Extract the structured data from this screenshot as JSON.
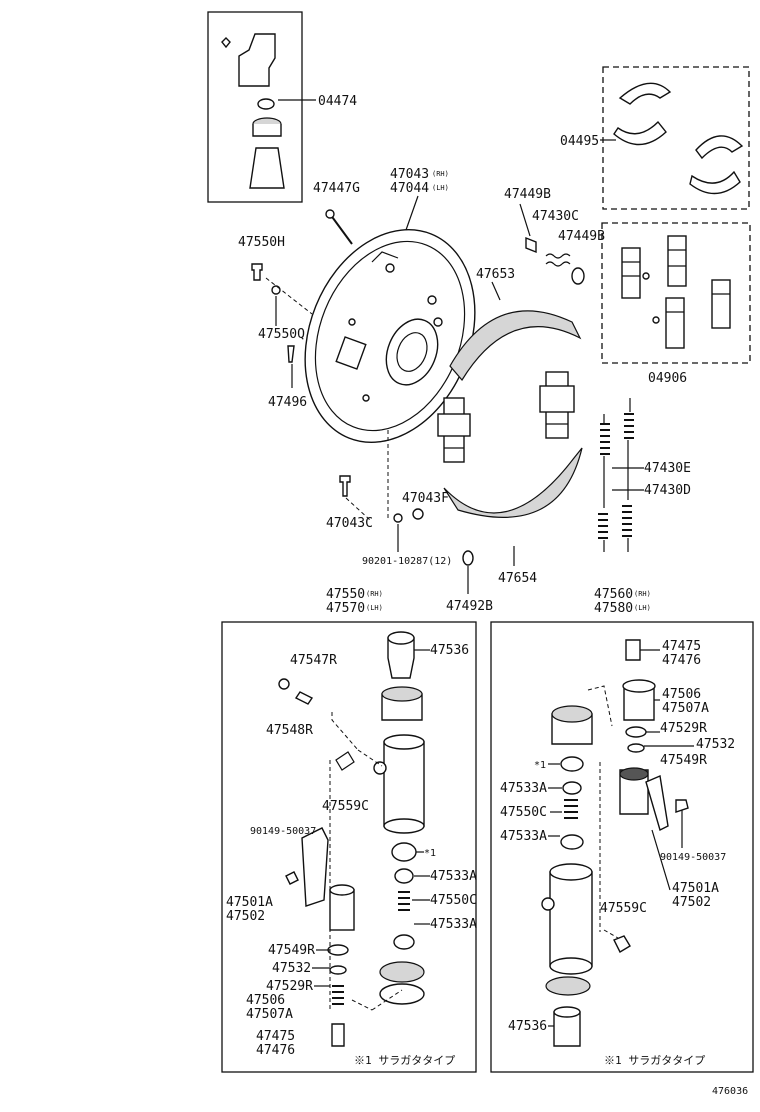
{
  "labels": {
    "kit_04474": "04474",
    "kit_04495": "04495",
    "kit_04906": "04906",
    "p47447g": "47447G",
    "p47043": "47043",
    "p47044": "47044",
    "rh": "(RH)",
    "lh": "(LH)",
    "p47449b_a": "47449B",
    "p47430c": "47430C",
    "p47449b_b": "47449B",
    "p47550h": "47550H",
    "p47653": "47653",
    "p47550q": "47550Q",
    "p47496": "47496",
    "p47430e": "47430E",
    "p47430d": "47430D",
    "p47043f": "47043F",
    "p47043c": "47043C",
    "p90201": "90201-10287(12)",
    "p47654": "47654",
    "p47550": "47550",
    "p47570": "47570",
    "p47492b": "47492B",
    "p47560": "47560",
    "p47580": "47580",
    "l_47536": "47536",
    "l_47547r": "47547R",
    "l_47548r": "47548R",
    "l_47559c": "47559C",
    "l_90149": "90149-50037",
    "l_star1": "*1",
    "l_47533a_a": "47533A",
    "l_47550c": "47550C",
    "l_47533a_b": "47533A",
    "l_47501a": "47501A",
    "l_47502": "47502",
    "l_47549r": "47549R",
    "l_47532": "47532",
    "l_47529r": "47529R",
    "l_47506": "47506",
    "l_47507a": "47507A",
    "l_47475": "47475",
    "l_47476": "47476",
    "l_caption": "※1 サラガタタイプ",
    "r_47475": "47475",
    "r_47476": "47476",
    "r_47506": "47506",
    "r_47507a": "47507A",
    "r_47529r": "47529R",
    "r_47532": "47532",
    "r_47549r": "47549R",
    "r_star1": "*1",
    "r_47533a_a": "47533A",
    "r_47550c": "47550C",
    "r_47533a_b": "47533A",
    "r_90149": "90149-50037",
    "r_47501a": "47501A",
    "r_47502": "47502",
    "r_47559c": "47559C",
    "r_47536": "47536",
    "r_caption": "※1 サラガタタイプ",
    "diagram_id": "476036"
  }
}
